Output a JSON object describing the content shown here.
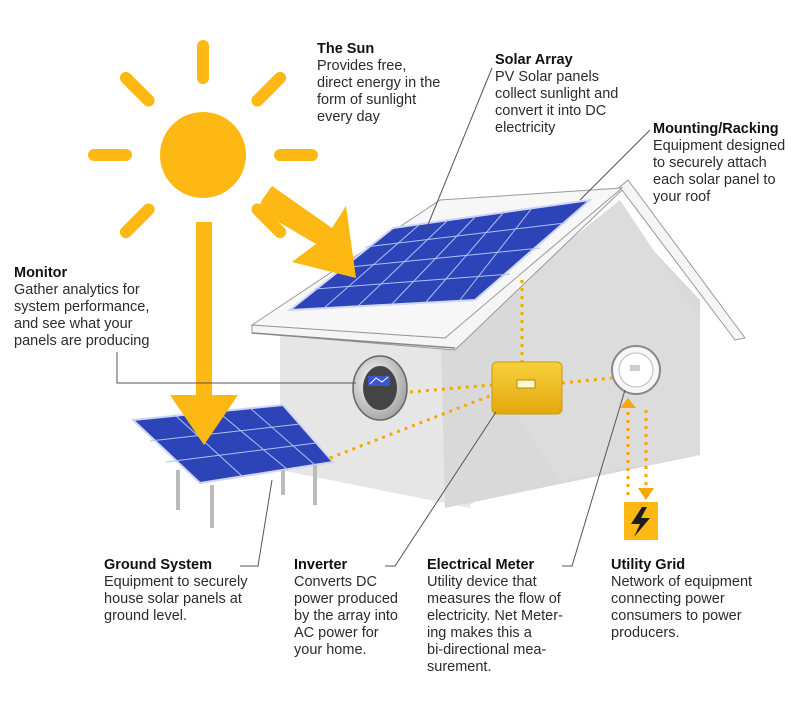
{
  "colors": {
    "sun": "#FDB813",
    "panel": "#2D43B8",
    "panel_grid": "#AFC0F0",
    "house_wall": "#E4E4E4",
    "roof": "#F2F2F2",
    "inverter": "#F2BF1E",
    "connector_dots": "#F5A800",
    "leader_line": "#555555"
  },
  "icons": {
    "sun": "sun-icon",
    "utility_grid": "lightning-bolt-icon"
  },
  "labels": {
    "sun": {
      "title": "The Sun",
      "lines": [
        "Provides free,",
        "direct energy in the",
        "form of sunlight",
        "every day"
      ]
    },
    "solar_array": {
      "title": "Solar Array",
      "lines": [
        "PV Solar panels",
        "collect  sunlight and",
        "convert it into DC",
        "electricity"
      ]
    },
    "mounting": {
      "title": "Mounting/Racking",
      "lines": [
        "Equipment designed",
        "to securely attach",
        "each solar panel to",
        "your roof"
      ]
    },
    "monitor": {
      "title": "Monitor",
      "lines": [
        "Gather analytics for",
        "system performance,",
        "and see what your",
        "panels are producing"
      ]
    },
    "ground_system": {
      "title": "Ground System",
      "lines": [
        "Equipment to securely",
        "house solar panels at",
        "ground level."
      ]
    },
    "inverter": {
      "title": "Inverter",
      "lines": [
        "Converts DC",
        "power produced",
        "by the array into",
        "AC power for",
        "your home."
      ]
    },
    "meter": {
      "title": "Electrical Meter",
      "lines": [
        "Utility device that",
        "measures the flow of",
        "electricity. Net Meter-",
        "ing makes this a",
        "bi-directional mea-",
        "surement."
      ]
    },
    "utility_grid": {
      "title": "Utility Grid",
      "lines": [
        "Network of equipment",
        "connecting power",
        "consumers to power",
        "producers."
      ]
    }
  }
}
